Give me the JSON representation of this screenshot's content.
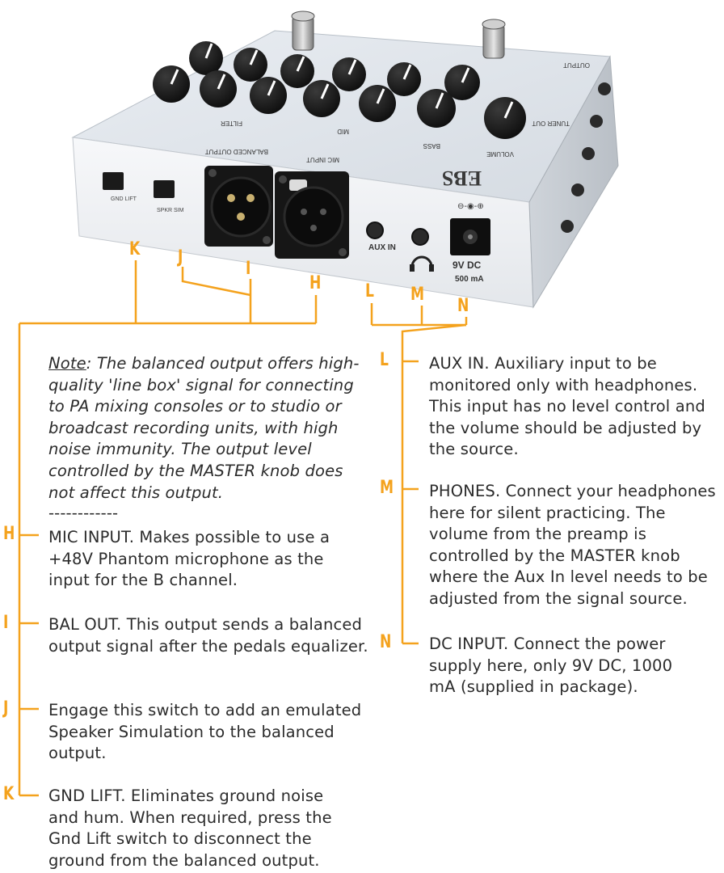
{
  "device": {
    "brand": "EBS",
    "labels": {
      "volume": "VOLUME",
      "bass": "BASS",
      "mid": "MID",
      "filter": "FILTER",
      "tuner_out": "TUNER OUT",
      "output": "OUTPUT",
      "mic_input": "MIC INPUT",
      "balanced_output": "BALANCED OUTPUT",
      "gnd_lift": "GND LIFT",
      "spkr_sim": "SPKR SIM",
      "aux_in": "AUX IN",
      "dc_rating": "9V DC",
      "dc_current": "500 mA"
    }
  },
  "callout_letters": {
    "k": "K",
    "j": "J",
    "i": "I",
    "h": "H",
    "l": "L",
    "m": "M",
    "n": "N"
  },
  "note": {
    "lead": "Note",
    "text": ": The balanced output offers high-quality 'line box' signal for connecting to PA mixing consoles or to studio or broadcast recording units, with high noise immunity. The output level controlled by the MASTER knob does not affect this output.",
    "separator": "------------"
  },
  "left_items": [
    {
      "letter": "H",
      "text": "MIC INPUT. Makes possible to use a +48V Phantom microphone as the input for the B channel."
    },
    {
      "letter": "I",
      "text": "BAL OUT. This output sends a balanced output signal after the pedals equalizer."
    },
    {
      "letter": "J",
      "text": "Engage this switch to add an emulated Speaker Simulation to the balanced output."
    },
    {
      "letter": "K",
      "text": "GND LIFT. Eliminates ground noise and hum. When required, press the Gnd Lift switch to disconnect the ground from the balanced output."
    }
  ],
  "right_items": [
    {
      "letter": "L",
      "text": "AUX IN. Auxiliary input to be monitored only with headphones. This input has no level control and the volume should be adjusted by the source."
    },
    {
      "letter": "M",
      "text": "PHONES. Connect your headphones here for silent practicing. The volume from the preamp is controlled by the MASTER knob where the Aux In level needs to be adjusted from the signal source."
    },
    {
      "letter": "N",
      "text": "DC INPUT. Connect the power supply here, only 9V DC, 1000 mA (supplied in package)."
    }
  ],
  "colors": {
    "accent": "#f4a21d",
    "text": "#2b2b2b",
    "device": "#eef0f3"
  }
}
